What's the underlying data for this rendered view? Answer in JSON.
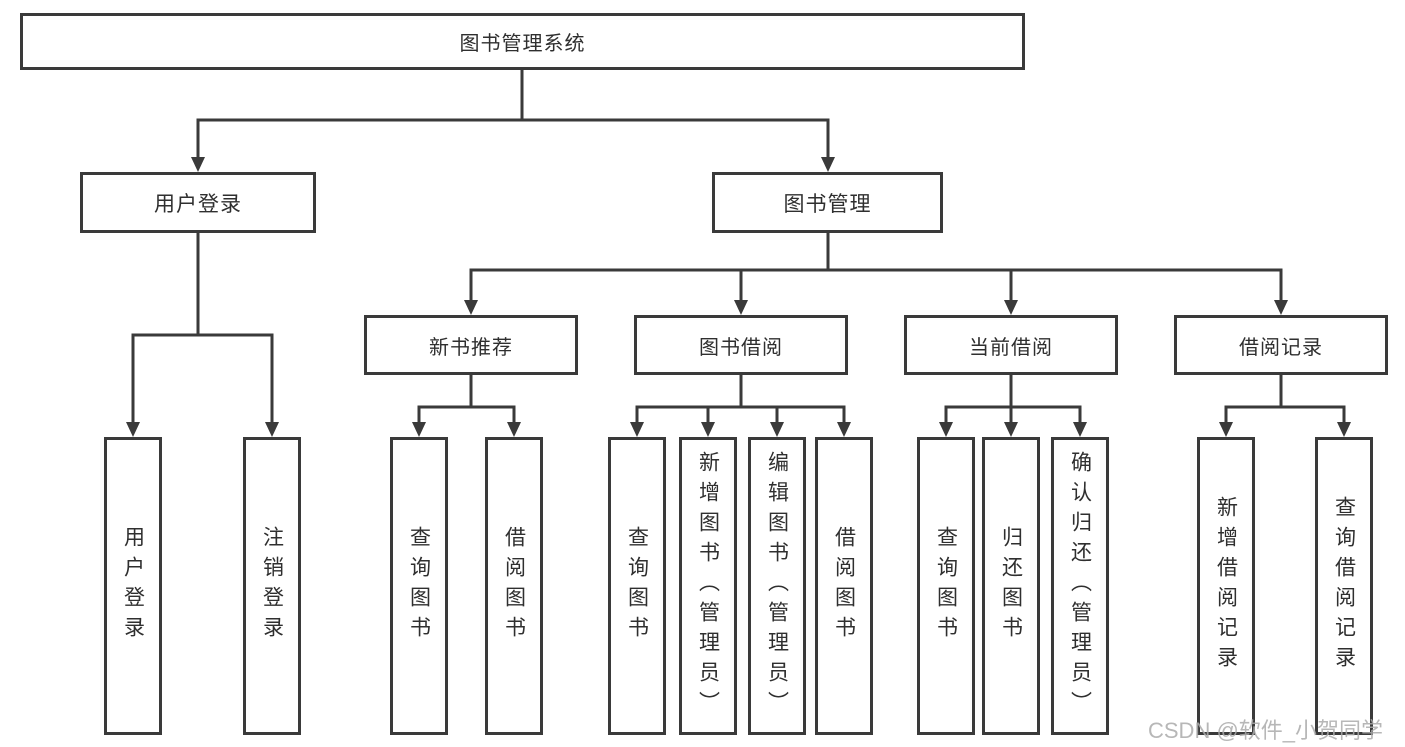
{
  "diagram": {
    "root": {
      "label": "图书管理系统"
    },
    "level2": [
      {
        "label": "用户登录"
      },
      {
        "label": "图书管理"
      }
    ],
    "level3": [
      {
        "label": "新书推荐"
      },
      {
        "label": "图书借阅"
      },
      {
        "label": "当前借阅"
      },
      {
        "label": "借阅记录"
      }
    ],
    "leaves": {
      "user": [
        "用户登录",
        "注销登录"
      ],
      "recommend": [
        "查询图书",
        "借阅图书"
      ],
      "borrow": [
        "查询图书",
        "新增图书（管理员）",
        "编辑图书（管理员）",
        "借阅图书"
      ],
      "current": [
        "查询图书",
        "归还图书",
        "确认归还（管理员）"
      ],
      "records": [
        "新增借阅记录",
        "查询借阅记录"
      ]
    }
  },
  "watermark": {
    "text": "CSDN @软件_小贺同学"
  },
  "colors": {
    "line": "#3a3a3a",
    "border": "#3a3a3a",
    "text": "#2f2f2f",
    "watermark": "#ababab",
    "background": "#ffffff"
  }
}
